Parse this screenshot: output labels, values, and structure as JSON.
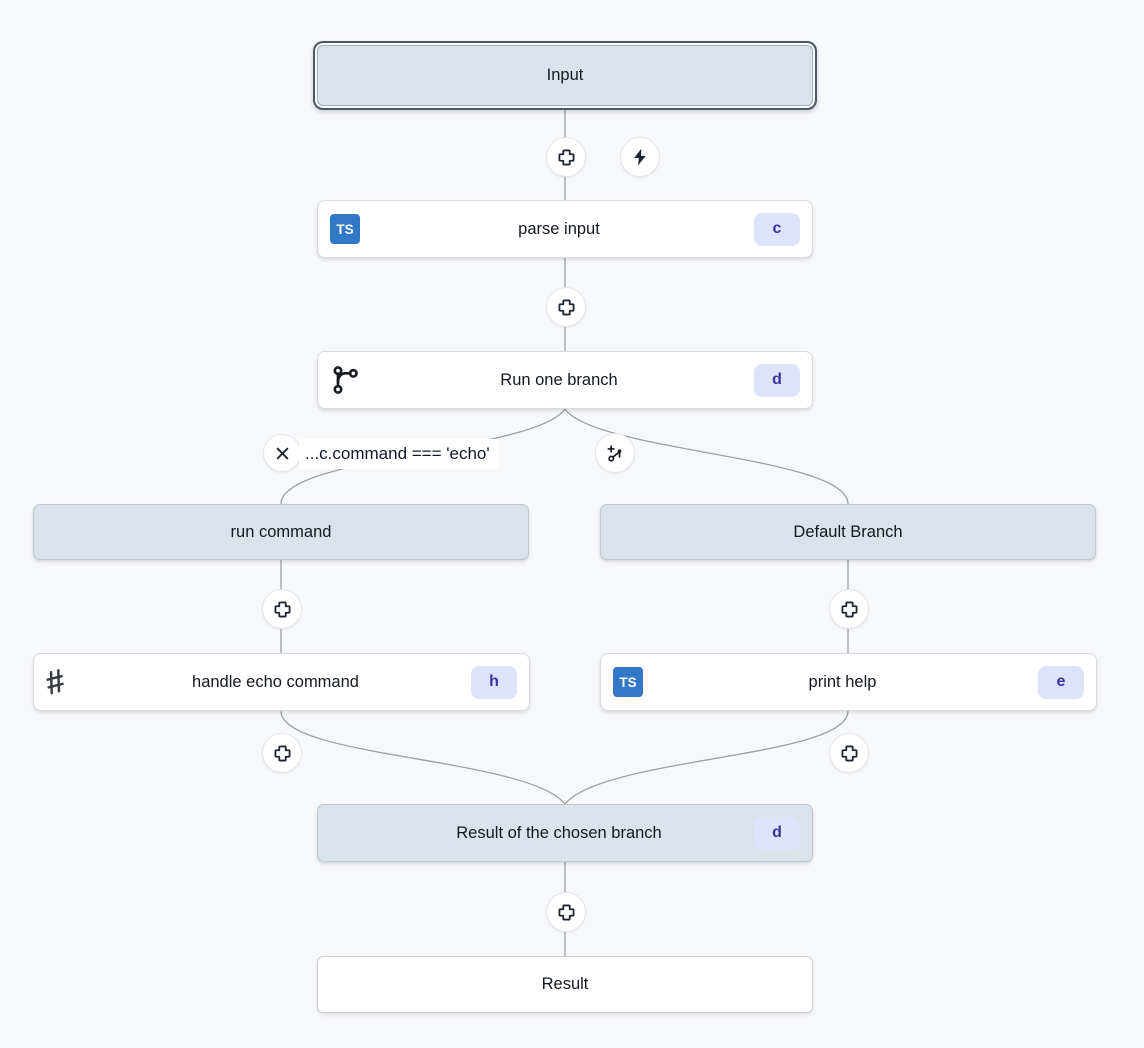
{
  "flow": {
    "input": {
      "label": "Input"
    },
    "parse_input": {
      "label": "parse input",
      "badge": "c"
    },
    "run_one_branch": {
      "label": "Run one branch",
      "badge": "d"
    },
    "condition": {
      "label": "...c.command === 'echo'"
    },
    "run_command": {
      "label": "run command"
    },
    "default_branch": {
      "label": "Default Branch"
    },
    "handle_echo": {
      "label": "handle echo command",
      "badge": "h"
    },
    "print_help": {
      "label": "print help",
      "badge": "e"
    },
    "result_branch": {
      "label": "Result of the chosen branch",
      "badge": "d"
    },
    "result": {
      "label": "Result"
    }
  },
  "icons": {
    "typescript_label": "TS",
    "hash_glyph": "#"
  },
  "colors": {
    "background": "#f7f8fa",
    "node_gray_fill": "#dce2e9",
    "selection_ring": "#4e5864",
    "typescript_blue": "#3178c6",
    "badge_bg": "#dee3fb",
    "badge_text": "#37349f",
    "edge_stroke": "#9ba0a8",
    "icon_dark": "#1f2733"
  }
}
